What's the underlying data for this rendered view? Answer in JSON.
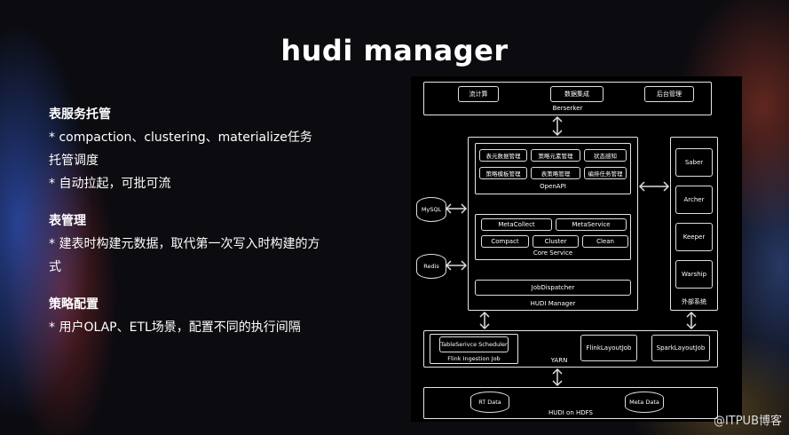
{
  "title": "hudi manager",
  "sections": [
    {
      "heading": "表服务托管",
      "lines": [
        "* compaction、clustering、materialize任务托管调度",
        "* 自动拉起，可批可流"
      ]
    },
    {
      "heading": "表管理",
      "lines": [
        "* 建表时构建元数据，取代第一次写入时构建的方式"
      ]
    },
    {
      "heading": "策略配置",
      "lines": [
        "* 用户OLAP、ETL场景，配置不同的执行间隔"
      ]
    }
  ],
  "diagram": {
    "berserker": {
      "items": [
        "流计算",
        "数据集成",
        "后台管理"
      ],
      "label": "Berserker"
    },
    "openapi": {
      "items": [
        "表元数据管理",
        "策略元素管理",
        "状态感知",
        "策略模板管理",
        "表策略管理",
        "编排任务管理"
      ],
      "label": "OpenAPI"
    },
    "core": {
      "items": [
        "MetaCollect",
        "MetaService",
        "Compact",
        "Cluster",
        "Clean"
      ],
      "label": "Core Service"
    },
    "job_dispatcher": "JobDispatcher",
    "hudi_manager_label": "HUDI Manager",
    "mysql": "MySQL",
    "redis": "Redis",
    "external": {
      "items": [
        "Saber",
        "Archer",
        "Keeper",
        "Warship"
      ],
      "label": "外部系统"
    },
    "yarn": {
      "table_service": "TableSerivce Scheduler",
      "flink_ingestion": "Flink Ingestion Job",
      "flink_layout": "FlinkLayoutJob",
      "spark_layout": "SparkLayoutJob",
      "label": "YARN"
    },
    "hdfs": {
      "rt": "RT Data",
      "meta": "Meta Data",
      "label": "HUDI on HDFS"
    }
  },
  "watermark": "@ITPUB博客"
}
